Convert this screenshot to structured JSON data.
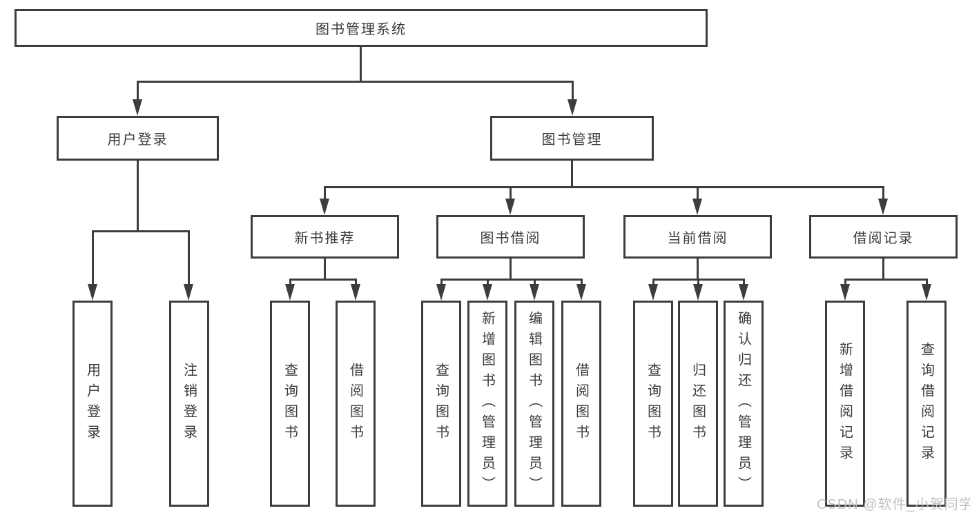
{
  "colors": {
    "line": "#3d3d3d",
    "text": "#3b3b3b",
    "background": "#ffffff",
    "watermark": "#bebebe"
  },
  "watermark": {
    "text": "CSDN @软件_小贺同学"
  },
  "diagram": {
    "type": "hierarchy-tree",
    "tree": {
      "label": "图书管理系统",
      "children": [
        {
          "label": "用户登录",
          "children": [
            {
              "label": "用户登录"
            },
            {
              "label": "注销登录"
            }
          ]
        },
        {
          "label": "图书管理",
          "children": [
            {
              "label": "新书推荐",
              "children": [
                {
                  "label": "查询图书"
                },
                {
                  "label": "借阅图书"
                }
              ]
            },
            {
              "label": "图书借阅",
              "children": [
                {
                  "label": "查询图书"
                },
                {
                  "label": "新增图书（管理员）"
                },
                {
                  "label": "编辑图书（管理员）"
                },
                {
                  "label": "借阅图书"
                }
              ]
            },
            {
              "label": "当前借阅",
              "children": [
                {
                  "label": "查询图书"
                },
                {
                  "label": "归还图书"
                },
                {
                  "label": "确认归还（管理员）"
                }
              ]
            },
            {
              "label": "借阅记录",
              "children": [
                {
                  "label": "新增借阅记录"
                },
                {
                  "label": "查询借阅记录"
                }
              ]
            }
          ]
        }
      ]
    }
  }
}
